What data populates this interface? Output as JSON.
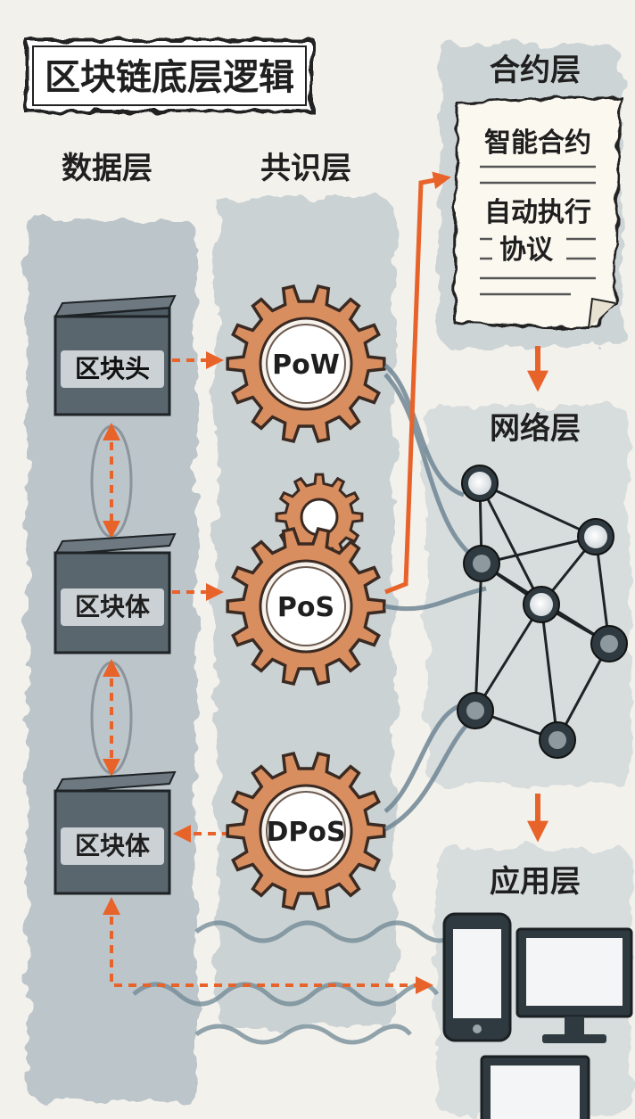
{
  "title": "区块链底层逻辑",
  "layers": {
    "data": "数据层",
    "consensus": "共识层",
    "contract": "合约层",
    "network": "网络层",
    "application": "应用层"
  },
  "blocks": [
    "区块头",
    "区块体",
    "区块体"
  ],
  "gears": [
    "PoW",
    "PoS",
    "DPoS"
  ],
  "contract_doc": {
    "line1": "智能合约",
    "line2": "自动执行",
    "line3": "协议"
  },
  "colors": {
    "arrow": "#e8632a",
    "gear": "#d98e60",
    "wash": "#a9b6bf",
    "block": "#4f5b63",
    "node": "#2f3a40"
  }
}
